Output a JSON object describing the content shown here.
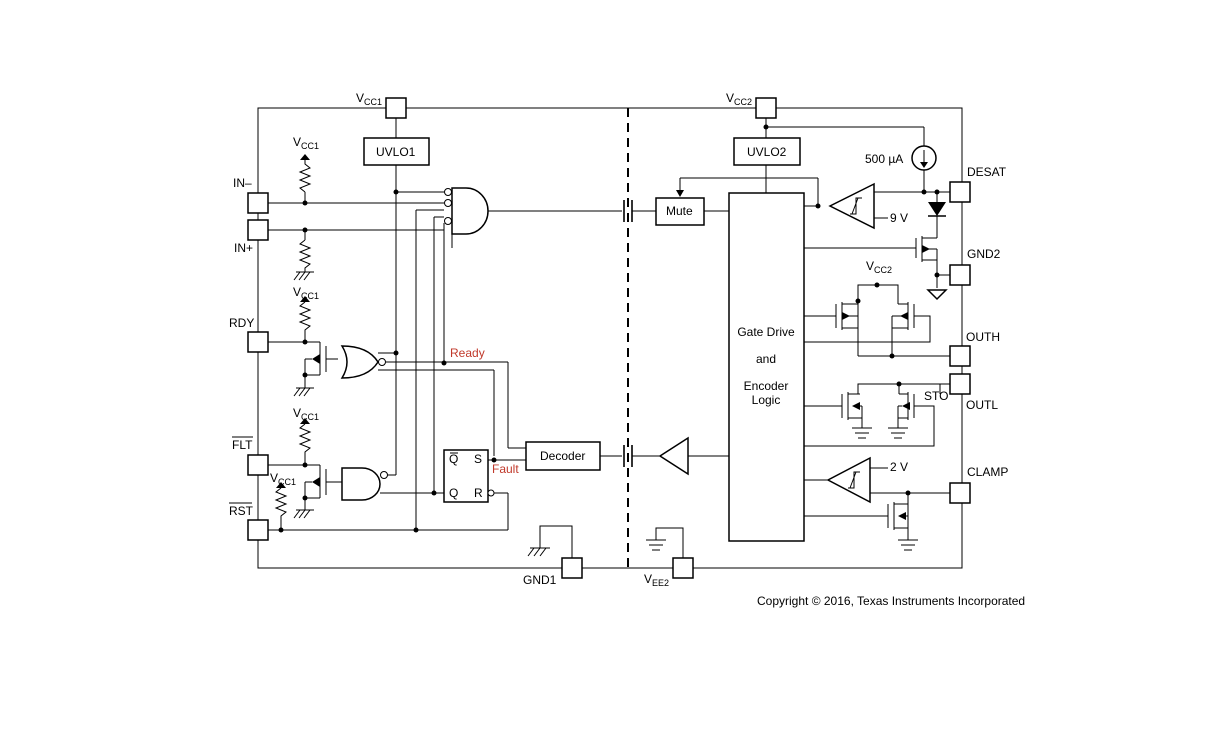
{
  "pins": {
    "vcc1": "V",
    "vcc1_sub": "CC1",
    "vcc2": "V",
    "vcc2_sub": "CC2",
    "in_minus": "IN–",
    "in_plus": "IN+",
    "rdy": "RDY",
    "flt": "FLT",
    "rst": "RST",
    "gnd1": "GND1",
    "vee2": "V",
    "vee2_sub": "EE2",
    "desat": "DESAT",
    "gnd2": "GND2",
    "outh": "OUTH",
    "outl": "OUTL",
    "clamp": "CLAMP"
  },
  "supply_labels": {
    "vcc1_pullup": "V",
    "vcc1_pullup_sub": "CC1",
    "vcc2_inner": "V",
    "vcc2_inner_sub": "CC2"
  },
  "blocks": {
    "uvlo1": "UVLO1",
    "uvlo2": "UVLO2",
    "mute": "Mute",
    "decoder": "Decoder",
    "gate_drive_1": "Gate Drive",
    "gate_drive_2": "and",
    "gate_drive_3": "Encoder",
    "gate_drive_4": "Logic"
  },
  "signals": {
    "ready": "Ready",
    "fault": "Fault",
    "current_source": "500 µA",
    "desat_ref": "9 V",
    "clamp_ref": "2 V",
    "sto": "STO",
    "ff_q_bar": "Q",
    "ff_s": "S",
    "ff_q": "Q",
    "ff_r": "R"
  },
  "copyright": "Copyright © 2016, Texas Instruments Incorporated",
  "colors": {
    "signal_label": "#c0392b",
    "line": "#000000"
  }
}
